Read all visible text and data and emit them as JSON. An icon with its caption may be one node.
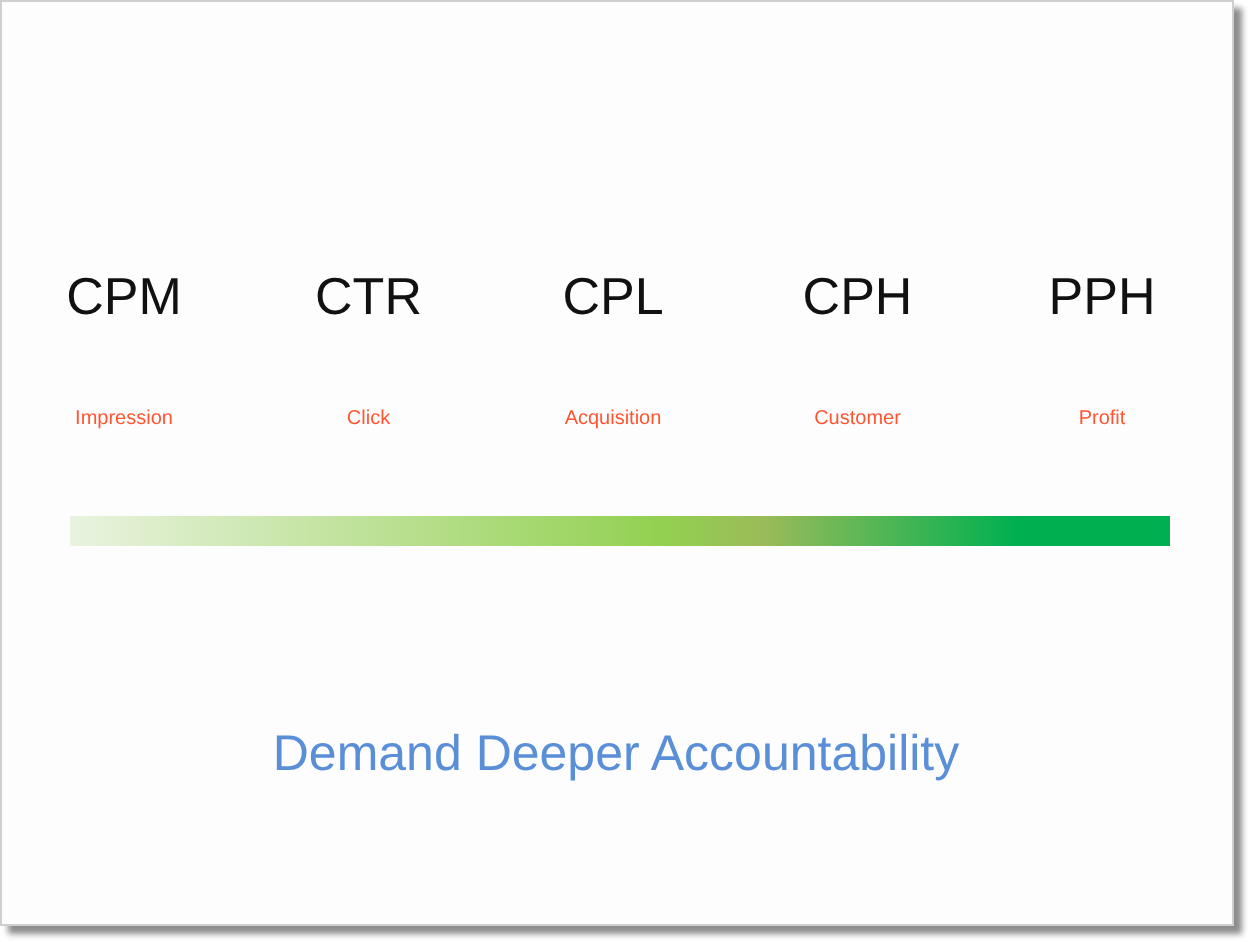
{
  "diagram": {
    "title": "Demand Deeper Accountability",
    "nodes": [
      {
        "text": [],
        "shape": "bar"
      }
    ],
    "labels": [
      "CPM",
      "CTR",
      "CPL",
      "CPH",
      "PPH",
      "Impression",
      "Click",
      "Acquisition",
      "Customer",
      "Profit"
    ]
  }
}
